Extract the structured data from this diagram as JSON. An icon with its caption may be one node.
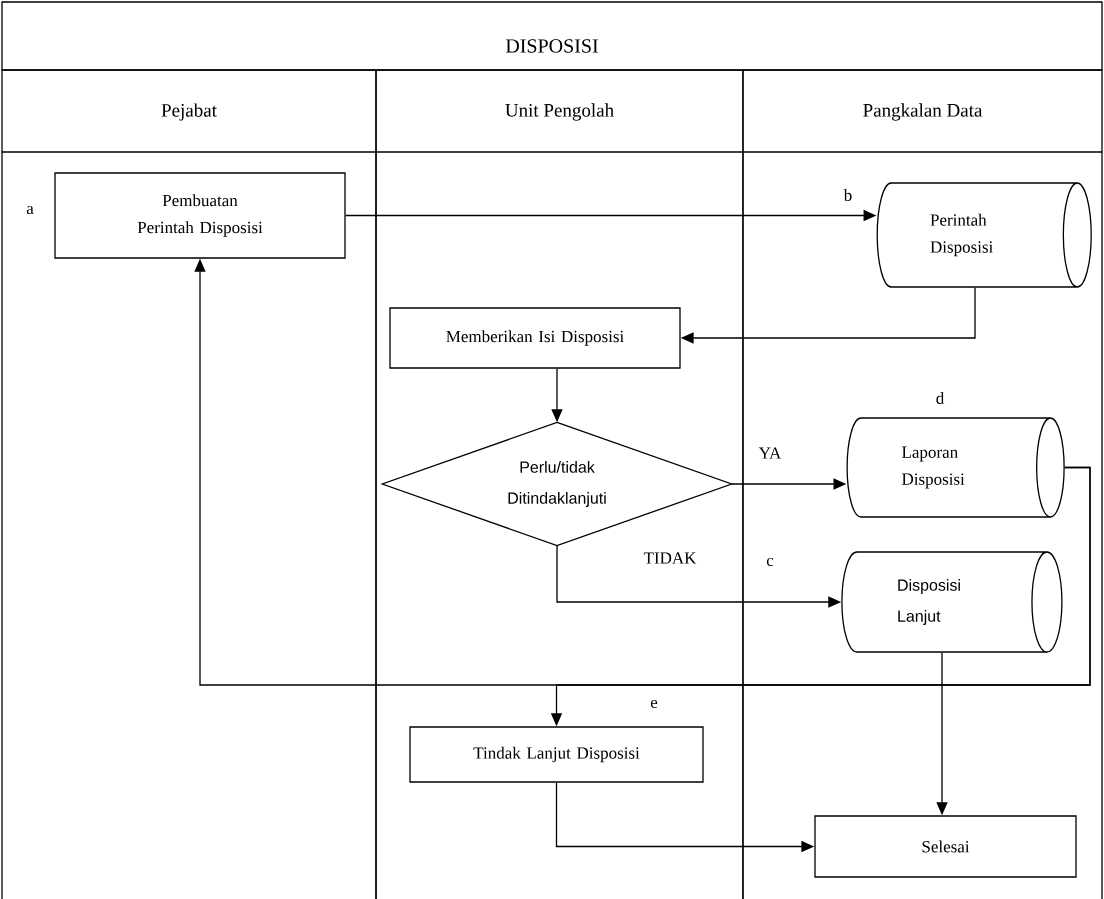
{
  "diagram": {
    "title": "DISPOSISI",
    "nodes": [
      {
        "text": [
          "Pejabat"
        ]
      },
      {
        "text": [
          "Unit Pengolah"
        ]
      },
      {
        "text": [
          "Pangkalan Data"
        ]
      },
      {
        "text": [
          "Pembuatan Perintah Disposisi"
        ],
        "in": 0,
        "beside": [
          "a"
        ]
      },
      {
        "text": [
          "Perintah Disposisi"
        ],
        "in": 2,
        "beside": [
          "b"
        ]
      },
      {
        "text": [
          "Memberikan Isi Disposisi"
        ],
        "in": 1
      },
      {
        "text": [
          "Perlu/tidak Ditindaklanjuti"
        ],
        "in": 1
      },
      {
        "text": [
          "Laporan Disposisi"
        ],
        "in": 2,
        "beside": [
          "d"
        ]
      },
      {
        "text": [
          "Disposisi Lanjut"
        ],
        "in": 2
      },
      {
        "text": [
          "Tindak Lanjut Disposisi"
        ],
        "in": 1
      },
      {
        "text": [
          "Selesai"
        ],
        "in": 2
      }
    ],
    "edges": [
      {
        "from": 3,
        "to": 4,
        "arrow": "to"
      },
      {
        "from": 4,
        "to": 5,
        "arrow": "to"
      },
      {
        "from": 5,
        "to": 6,
        "arrow": "to"
      },
      {
        "from": 6,
        "to": 7,
        "arrow": "to",
        "label": "YA"
      },
      {
        "from": 6,
        "to": 8,
        "arrow": "to",
        "label": "TIDAK"
      },
      {
        "from": 7,
        "to": 3,
        "arrow": "to"
      },
      {
        "from": 7,
        "to": 9,
        "arrow": "to"
      },
      {
        "from": 8,
        "to": 10,
        "arrow": "to"
      },
      {
        "from": 9,
        "to": 10,
        "arrow": "to"
      }
    ],
    "labels": [
      "c",
      "e"
    ]
  }
}
